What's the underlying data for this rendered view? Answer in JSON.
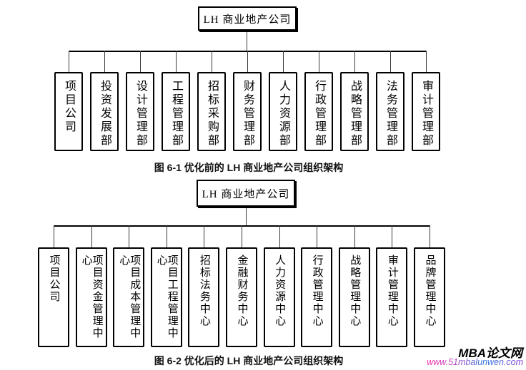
{
  "page": {
    "background": "#ffffff",
    "line_color": "#000000"
  },
  "chart1": {
    "root": "LH 商业地产公司",
    "departments": [
      "项目公司",
      "投资发展部",
      "设计管理部",
      "工程管理部",
      "招标采购部",
      "财务管理部",
      "人力资源部",
      "行政管理部",
      "战略管理部",
      "法务管理部",
      "审计管理部"
    ],
    "caption": "图 6-1 优化前的 LH 商业地产公司组织架构"
  },
  "chart2": {
    "root": "LH 商业地产公司",
    "departments": [
      "项目公司",
      "项目资金管理中心",
      "项目成本管理中心",
      "项目工程管理中心",
      "招标法务中心",
      "金融财务中心",
      "人力资源中心",
      "行政管理中心",
      "战略管理中心",
      "审计管理中心",
      "品牌管理中心"
    ],
    "caption": "图 6-2 优化后的 LH 商业地产公司组织架构"
  },
  "watermark": {
    "site_name": "MBA论文网",
    "site_url": "www.51mbalunwen.com",
    "gradient_colors": [
      "#ee2fa8",
      "#2e7ce0",
      "#8b3bd8"
    ]
  }
}
